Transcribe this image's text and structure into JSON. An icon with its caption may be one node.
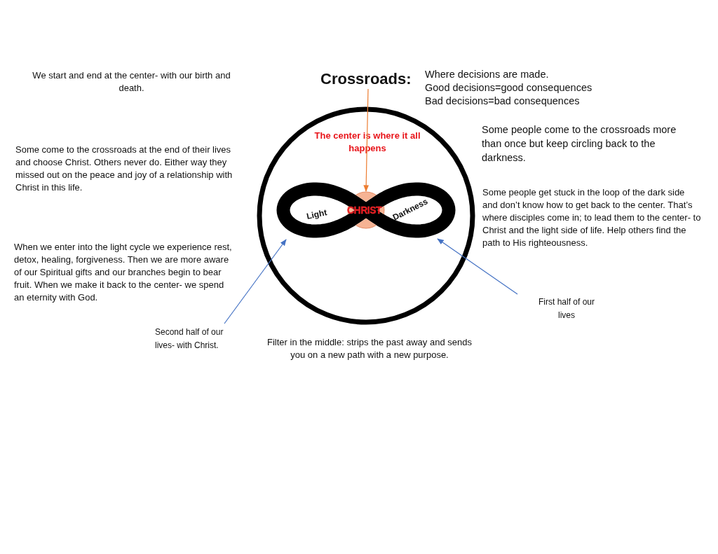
{
  "diagram": {
    "nodes": [
      {
        "text": [
          "Crossroads:"
        ]
      },
      {
        "text": [
          "The center is where it all happens"
        ]
      },
      {
        "text": [
          "Light"
        ],
        "in": 1
      },
      {
        "text": [
          "CHRIST"
        ],
        "in": 1
      },
      {
        "text": [
          "Darkness"
        ],
        "in": 1
      },
      {
        "text": [
          "Second half of our lives- with Christ."
        ]
      },
      {
        "text": [
          "First half of our lives"
        ]
      }
    ],
    "edges": [
      {
        "from": 0,
        "to": 3,
        "arrow": "to",
        "color": "#ed7d31"
      },
      {
        "from": 5,
        "to": 2,
        "arrow": "to"
      },
      {
        "from": 6,
        "to": 4,
        "arrow": "to"
      }
    ],
    "labels": [
      "We start and end at the center- with our birth and death.",
      "Where decisions are made.",
      "Good decisions=good consequences",
      "Bad decisions=bad consequences",
      "Some people come to the crossroads more than once but keep circling back to the darkness.",
      "Some come to the crossroads at the end of their lives and choose Christ. Others never do. Either way they missed out on the peace and joy of a relationship with Christ in this life.",
      "Some people get stuck in the loop of the dark side and don’t know how to get back to the center. That’s where disciples come in; to lead them to the center- to Christ and the light side of life. Help others find the path to His righteousness.",
      "When we enter into the light cycle we experience rest, detox, healing, forgiveness. Then we are more aware of our Spiritual gifts and our branches begin to bear fruit. When we make it back to the center- we spend an eternity with God.",
      "Filter in the middle: strips the past away and sends you on a new path with a new purpose."
    ]
  }
}
